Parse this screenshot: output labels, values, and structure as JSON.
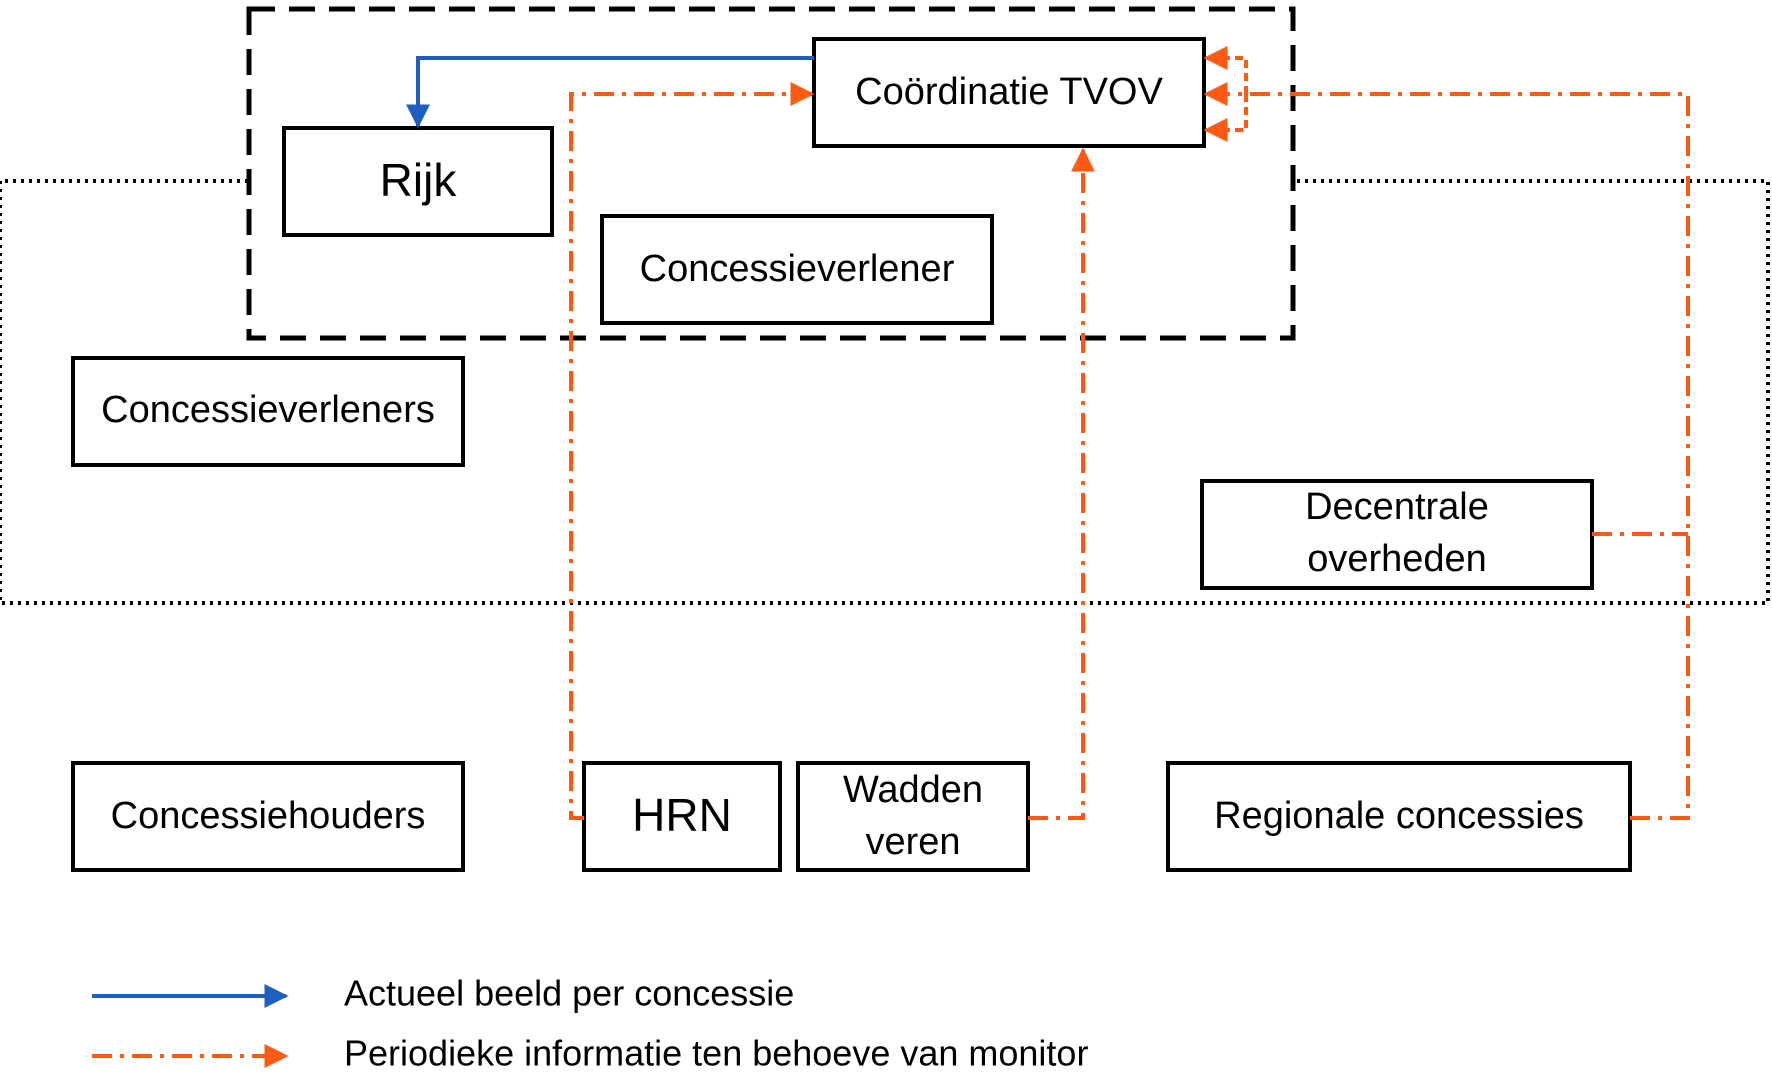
{
  "colors": {
    "blue_arrow": "#1f5fbf",
    "orange_arrow": "#ff5a14",
    "box_stroke": "#000000",
    "background": "#ffffff"
  },
  "boxes": {
    "coordinatie": "Coördinatie TVOV",
    "rijk": "Rijk",
    "concessieverlener": "Concessieverlener",
    "concessieverleners": "Concessieverleners",
    "decentrale_line1": "Decentrale",
    "decentrale_line2": "overheden",
    "concessiehouders": "Concessiehouders",
    "hrn": "HRN",
    "wadden_line1": "Wadden",
    "wadden_line2": "veren",
    "regionale": "Regionale concessies"
  },
  "legend": {
    "solid_blue": "Actueel beeld per concessie",
    "dashdot_orange": "Periodieke informatie ten behoeve van monitor"
  }
}
